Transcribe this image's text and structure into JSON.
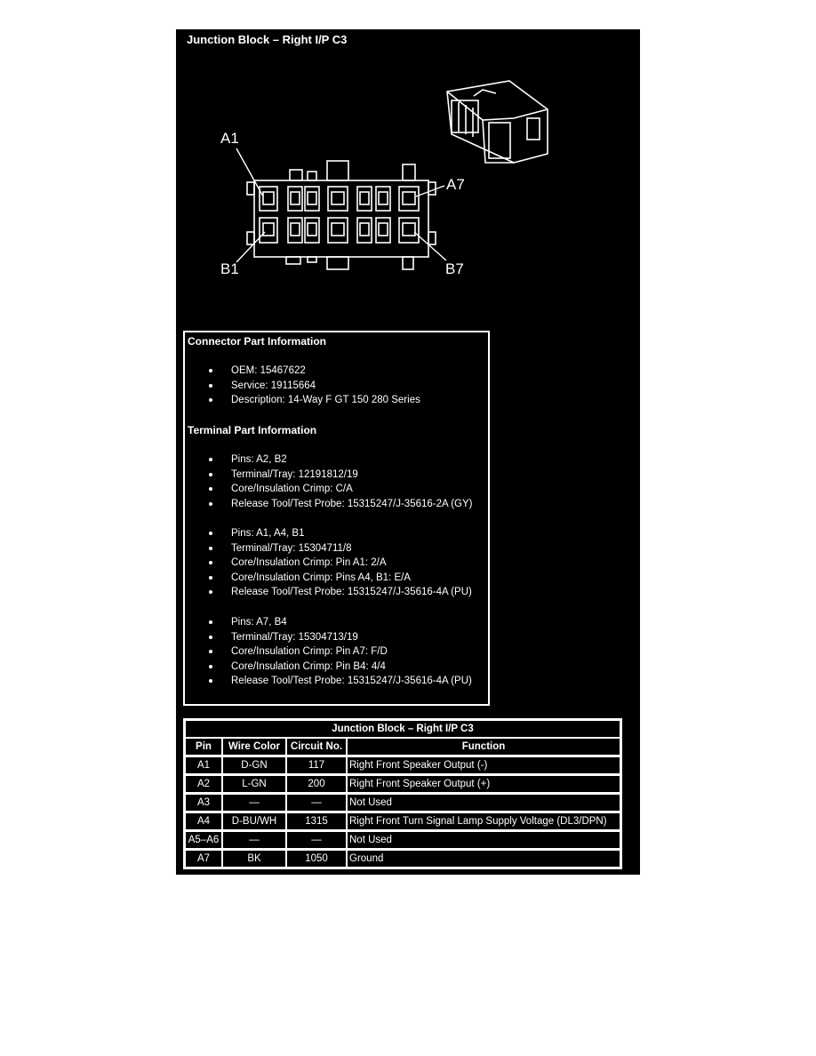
{
  "title": "Junction Block – Right I/P C3",
  "diagram": {
    "labels": {
      "a1": "A1",
      "a7": "A7",
      "b1": "B1",
      "b7": "B7"
    }
  },
  "connector_info": {
    "title": "Connector Part Information",
    "items": [
      "OEM: 15467622",
      "Service: 19115664",
      "Description: 14-Way F GT 150 280 Series"
    ]
  },
  "terminal_info": {
    "title": "Terminal Part Information",
    "groups": [
      [
        "Pins: A2, B2",
        "Terminal/Tray: 12191812/19",
        "Core/Insulation Crimp: C/A",
        "Release Tool/Test Probe: 15315247/J-35616-2A (GY)"
      ],
      [
        "Pins: A1, A4, B1",
        "Terminal/Tray: 15304711/8",
        "Core/Insulation Crimp: Pin A1: 2/A",
        "Core/Insulation Crimp: Pins A4, B1: E/A",
        "Release Tool/Test Probe: 15315247/J-35616-4A (PU)"
      ],
      [
        "Pins: A7, B4",
        "Terminal/Tray: 15304713/19",
        "Core/Insulation Crimp: Pin A7: F/D",
        "Core/Insulation Crimp: Pin B4: 4/4",
        "Release Tool/Test Probe: 15315247/J-35616-4A (PU)"
      ]
    ]
  },
  "table": {
    "title": "Junction Block – Right I/P C3",
    "headers": [
      "Pin",
      "Wire Color",
      "Circuit No.",
      "Function"
    ],
    "rows": [
      [
        "A1",
        "D-GN",
        "117",
        "Right Front Speaker Output (-)"
      ],
      [
        "A2",
        "L-GN",
        "200",
        "Right Front Speaker Output (+)"
      ],
      [
        "A3",
        "—",
        "—",
        "Not Used"
      ],
      [
        "A4",
        "D-BU/WH",
        "1315",
        "Right Front Turn Signal Lamp Supply Voltage (DL3/DPN)"
      ],
      [
        "A5–A6",
        "—",
        "—",
        "Not Used"
      ],
      [
        "A7",
        "BK",
        "1050",
        "Ground"
      ]
    ]
  }
}
